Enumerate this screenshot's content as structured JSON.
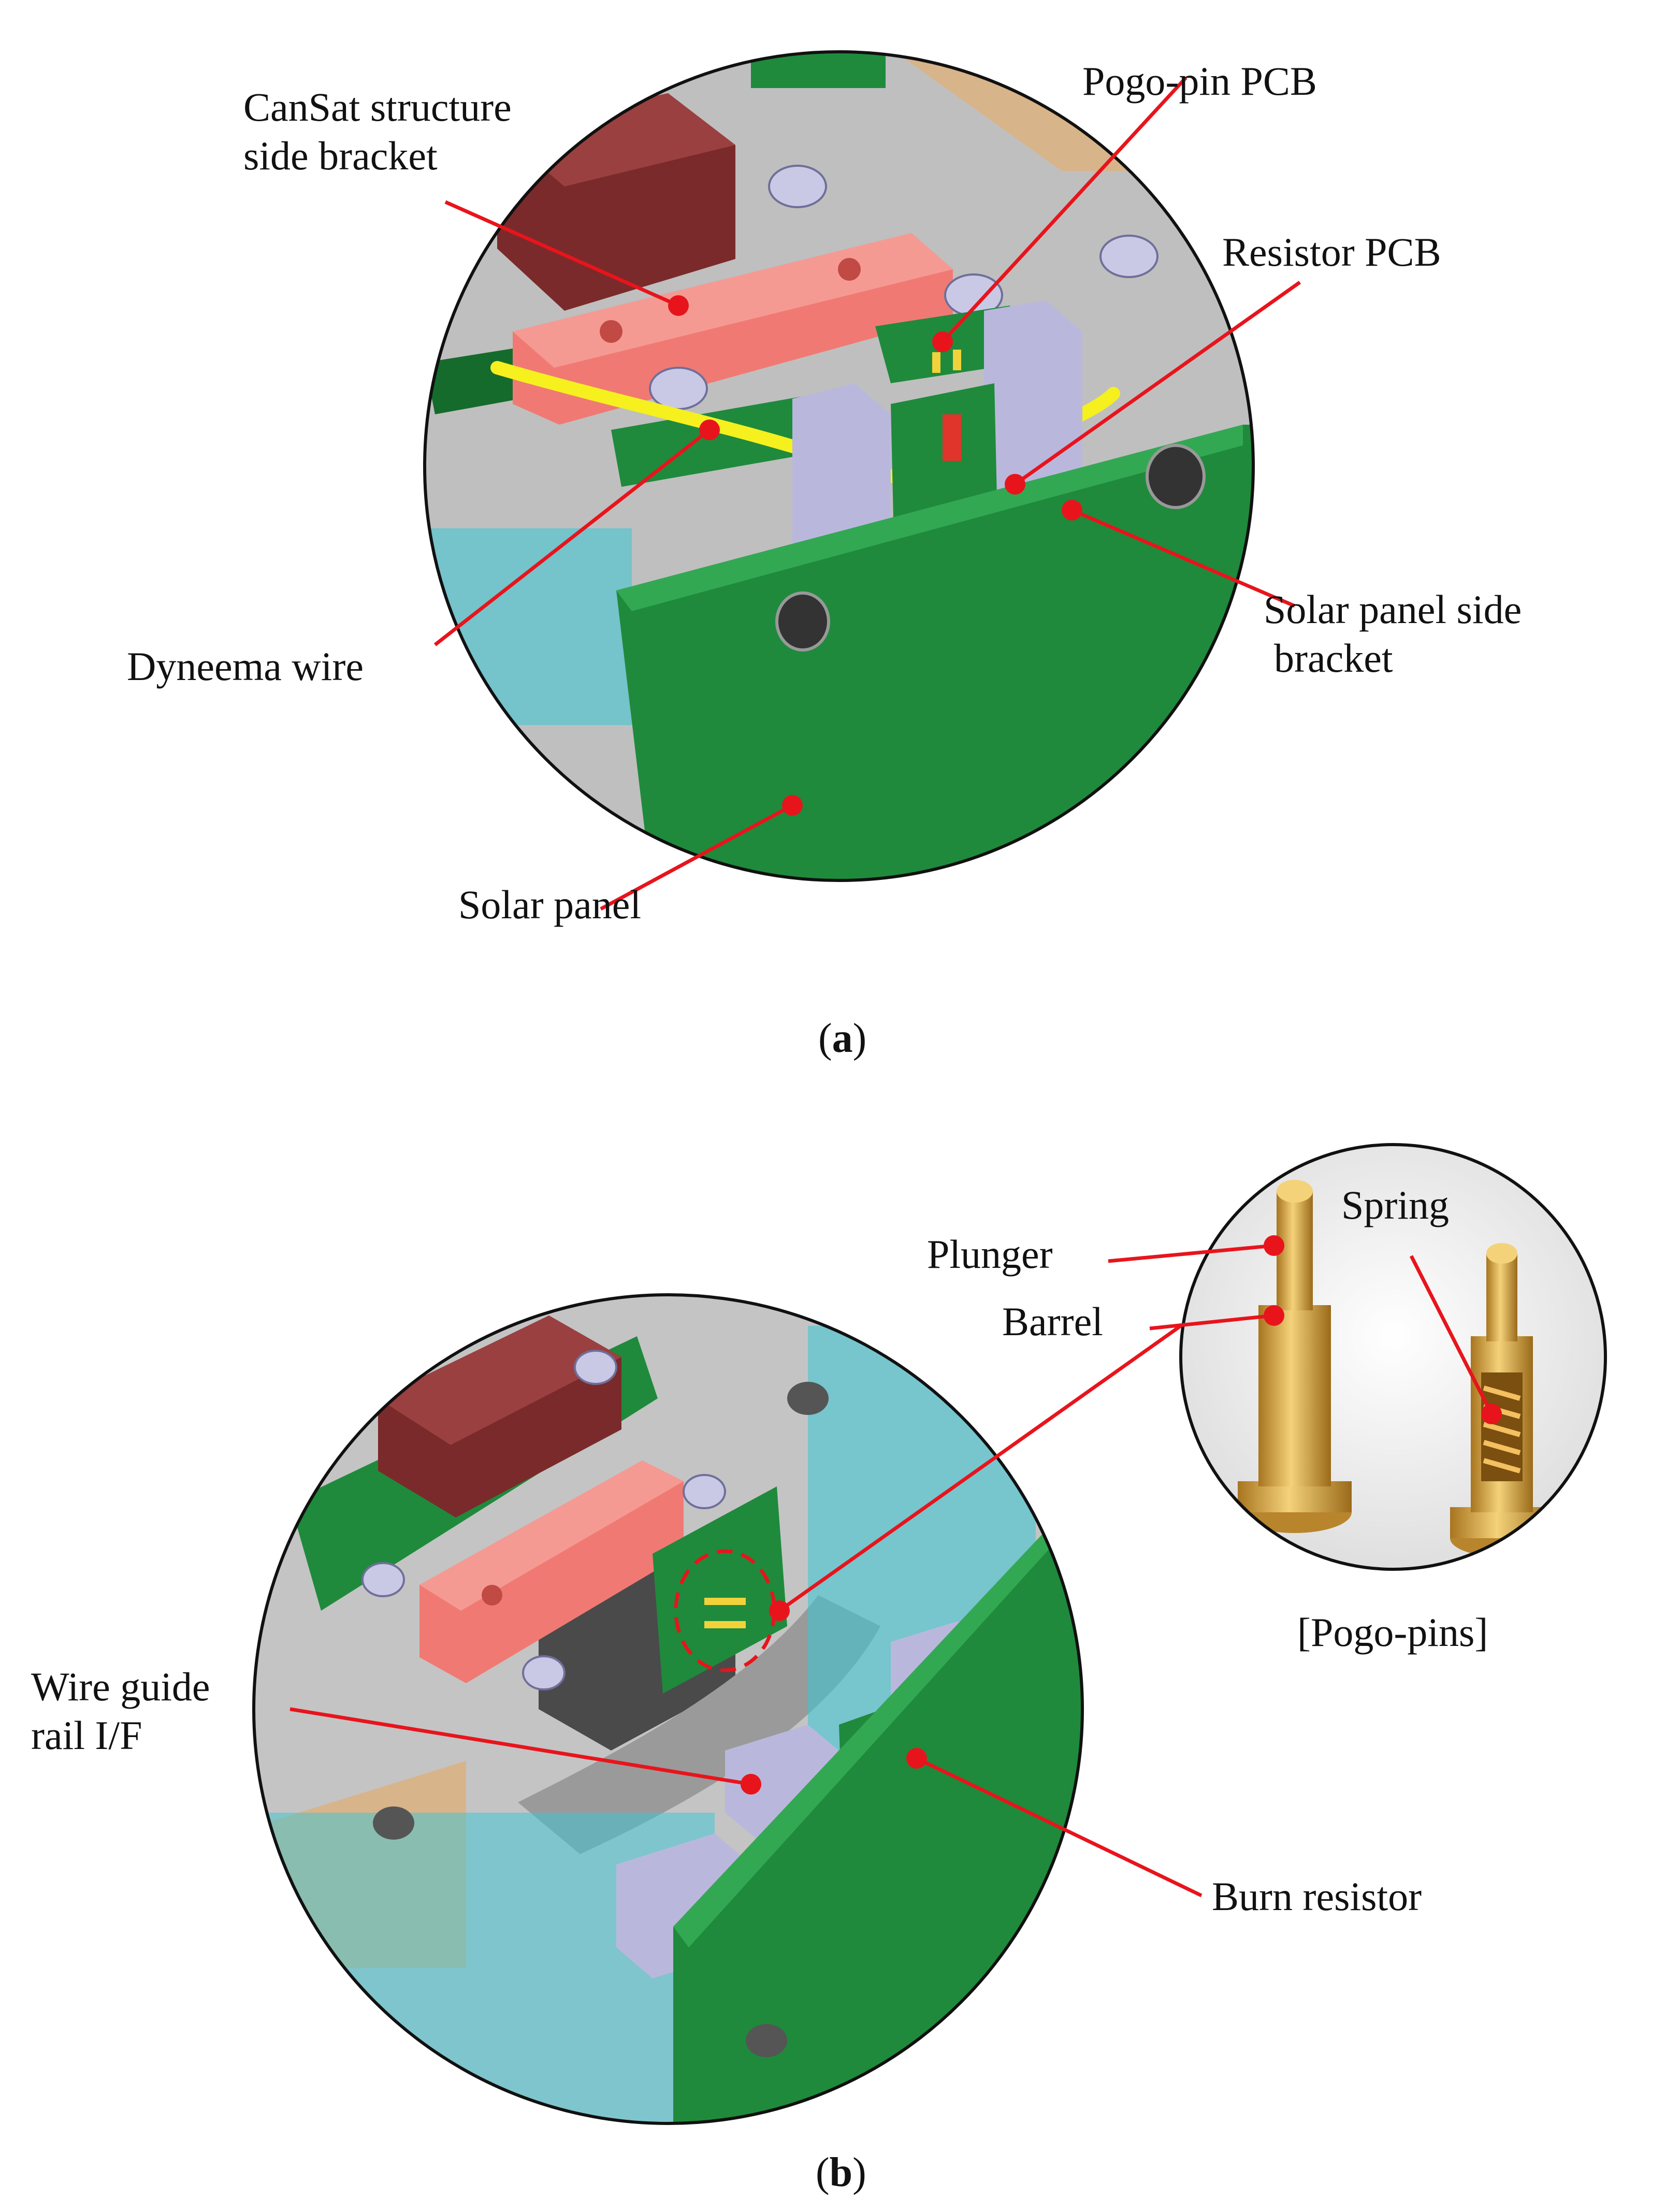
{
  "panel_a": {
    "labels": {
      "cansat_bracket_line1": "CanSat structure",
      "cansat_bracket_line2": "side bracket",
      "pogo_pin_pcb": "Pogo-pin PCB",
      "resistor_pcb": "Resistor PCB",
      "solar_side_bracket_line1": "Solar panel side",
      "solar_side_bracket_line2": "bracket",
      "dyneema_wire": "Dyneema wire",
      "solar_panel": "Solar panel"
    },
    "caption_open": "(",
    "caption_letter": "a",
    "caption_close": ")"
  },
  "panel_b": {
    "labels": {
      "plunger": "Plunger",
      "spring": "Spring",
      "barrel": "Barrel",
      "pogo_pins": "[Pogo-pins]",
      "wire_guide_line1": "Wire guide",
      "wire_guide_line2": "rail I/F",
      "burn_resistor": "Burn resistor"
    },
    "caption_open": "(",
    "caption_letter": "b",
    "caption_close": ")"
  },
  "colors": {
    "leader": "#e8141c",
    "pcb_green": "#1f8a3c",
    "dark_green": "#156b2b",
    "wire_yellow": "#f5f01e",
    "bracket_salmon": "#f07a73",
    "bracket_lavender": "#b9b8dc",
    "block_maroon": "#7a2a2a",
    "plate_grey": "#bfbfbf",
    "cyan_glass": "#39c6d6",
    "gold": "#d9a441"
  }
}
